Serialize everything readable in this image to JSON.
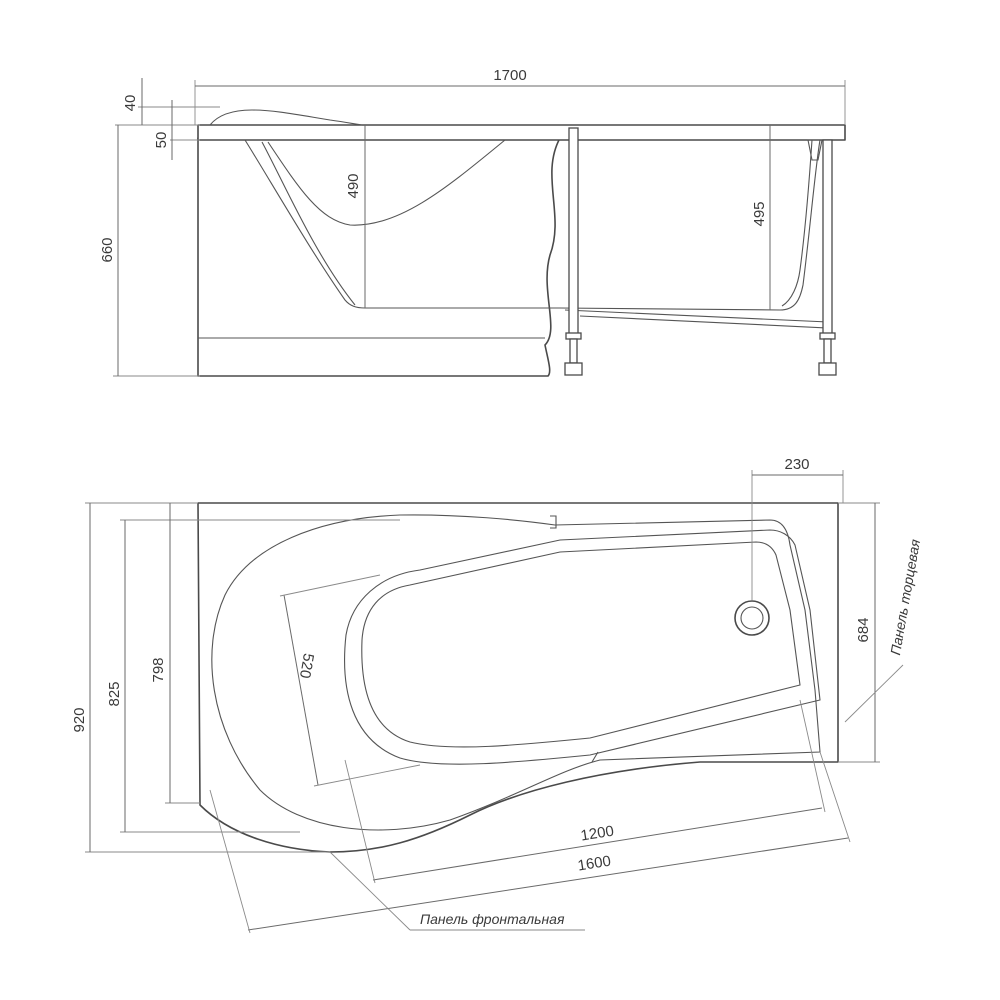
{
  "side_view": {
    "dims": {
      "length": "1700",
      "rim_top": "40",
      "rim": "50",
      "height": "660",
      "depth_left": "490",
      "depth_right": "495"
    }
  },
  "top_view": {
    "dims": {
      "width": "920",
      "side_825": "825",
      "side_798": "798",
      "inner_width": "520",
      "drain_offset": "230",
      "end_width": "684",
      "inner_length": "1200",
      "outer_length": "1600"
    },
    "labels": {
      "end_panel": "Панель торцевая",
      "front_panel": "Панель фронтальная"
    }
  },
  "colors": {
    "line": "#4a4a4a",
    "background": "#ffffff"
  }
}
